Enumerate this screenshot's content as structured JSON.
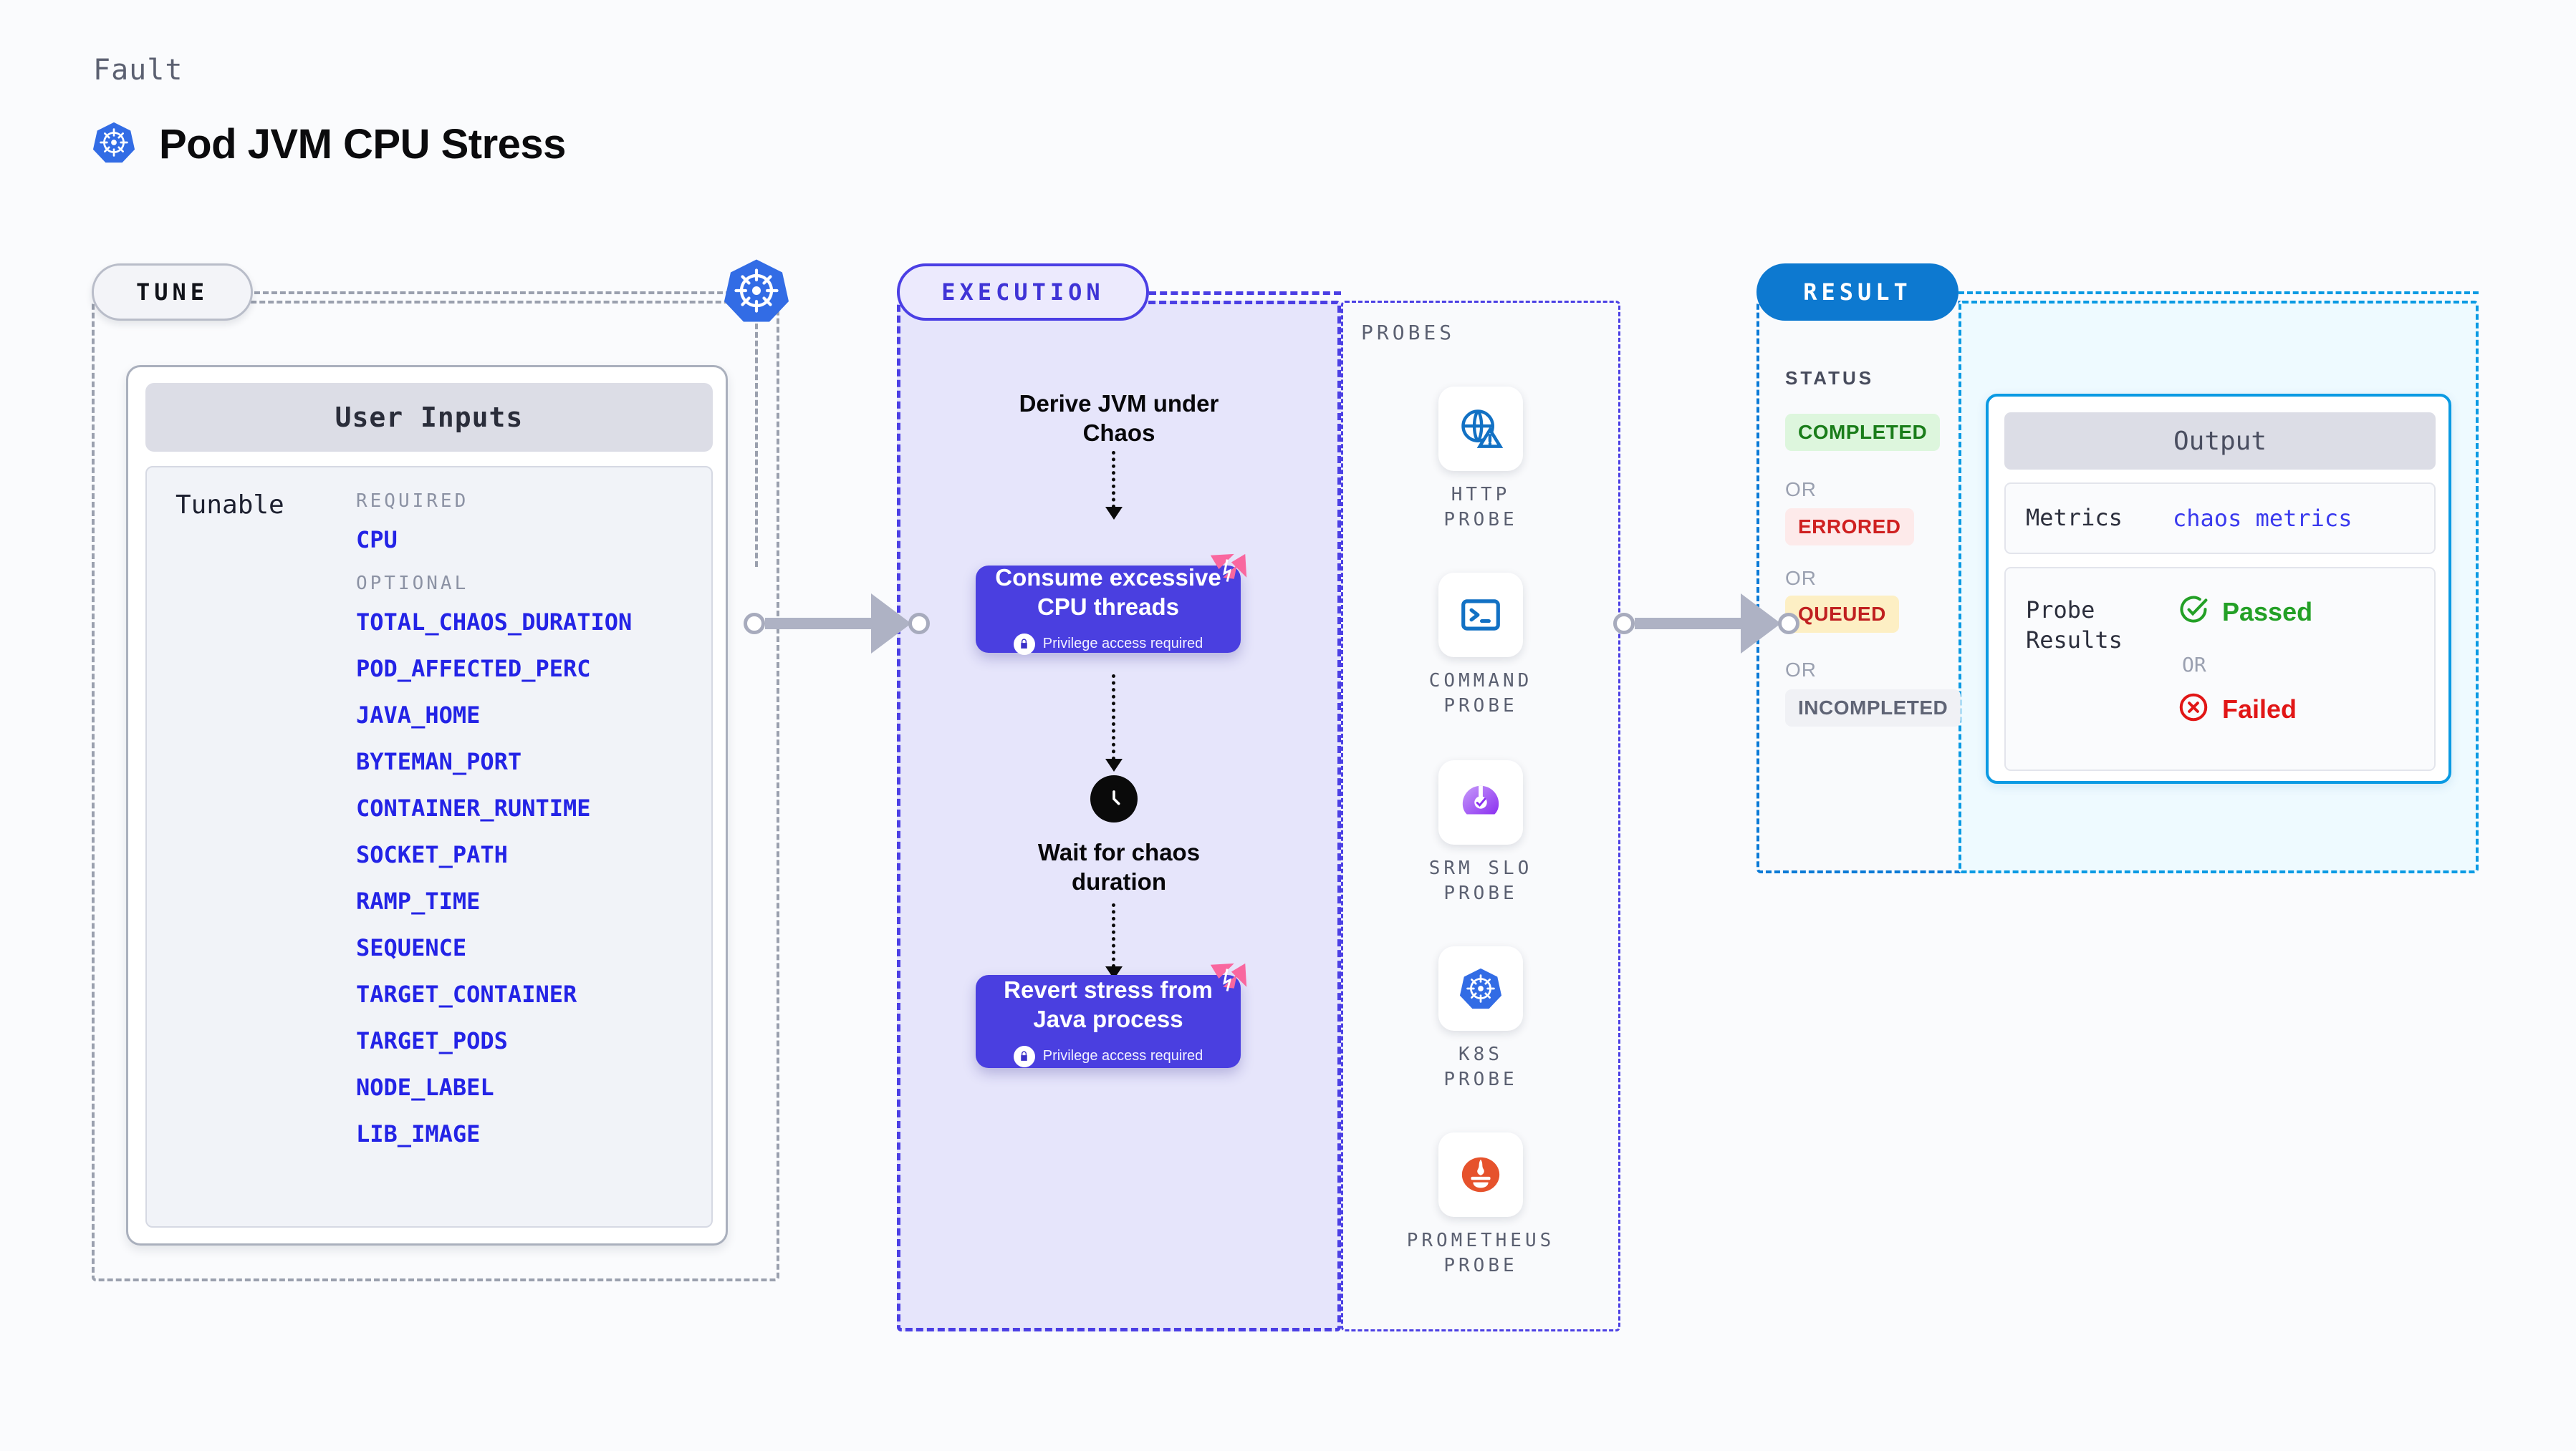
{
  "header": {
    "eyebrow": "Fault",
    "title": "Pod JVM CPU Stress",
    "icon": "kubernetes-icon"
  },
  "tune": {
    "pill_label": "TUNE",
    "platform_icon": "kubernetes-icon",
    "card_title": "User Inputs",
    "tunable_label": "Tunable",
    "groups": [
      {
        "heading": "REQUIRED",
        "items": [
          "CPU"
        ]
      },
      {
        "heading": "OPTIONAL",
        "items": [
          "TOTAL_CHAOS_DURATION",
          "POD_AFFECTED_PERC",
          "JAVA_HOME",
          "BYTEMAN_PORT",
          "CONTAINER_RUNTIME",
          "SOCKET_PATH",
          "RAMP_TIME",
          "SEQUENCE",
          "TARGET_CONTAINER",
          "TARGET_PODS",
          "NODE_LABEL",
          "LIB_IMAGE"
        ]
      }
    ]
  },
  "execution": {
    "pill_label": "EXECUTION",
    "step1_text": "Derive JVM under Chaos",
    "step2": {
      "title": "Consume excessive CPU threads",
      "subtitle": "Privilege access required",
      "badge_icon": "harness-logo-icon",
      "lock_icon": "lock-icon"
    },
    "step3": {
      "icon": "clock-icon",
      "text": "Wait for chaos duration"
    },
    "step4": {
      "title": "Revert stress from Java process",
      "subtitle": "Privilege access required",
      "badge_icon": "harness-logo-icon",
      "lock_icon": "lock-icon"
    }
  },
  "probes": {
    "title": "PROBES",
    "items": [
      {
        "label": "HTTP PROBE",
        "icon": "globe-warning-icon"
      },
      {
        "label": "COMMAND PROBE",
        "icon": "terminal-icon"
      },
      {
        "label": "SRM SLO PROBE",
        "icon": "srm-slo-icon"
      },
      {
        "label": "K8S PROBE",
        "icon": "kubernetes-icon"
      },
      {
        "label": "PROMETHEUS PROBE",
        "icon": "prometheus-icon"
      }
    ]
  },
  "result": {
    "pill_label": "RESULT",
    "status_title": "STATUS",
    "or_label": "OR",
    "statuses": [
      {
        "label": "COMPLETED",
        "color": "#1a7d1a",
        "bg": "#ddf6dd"
      },
      {
        "label": "ERRORED",
        "color": "#cf2020",
        "bg": "#fdeaea"
      },
      {
        "label": "QUEUED",
        "color": "#c02020",
        "bg": "#fdefc4"
      },
      {
        "label": "INCOMPLETED",
        "color": "#5f6475",
        "bg": "#f0f1f5"
      }
    ],
    "output": {
      "title": "Output",
      "metrics_label": "Metrics",
      "metrics_value": "chaos metrics",
      "probe_results_label_line1": "Probe",
      "probe_results_label_line2": "Results",
      "passed_label": "Passed",
      "failed_label": "Failed",
      "or_label": "OR",
      "passed_icon": "check-circle-icon",
      "failed_icon": "x-circle-icon"
    }
  },
  "connectors": {
    "tune_to_execution": "arrow-right-icon",
    "probes_to_result": "arrow-right-icon"
  },
  "colors": {
    "accent_purple": "#4a3fe0",
    "accent_blue": "#0d79d0",
    "k8s_blue": "#326ce5",
    "harness_pink": "#ff5c8d",
    "tunable_link": "#2323e6"
  }
}
